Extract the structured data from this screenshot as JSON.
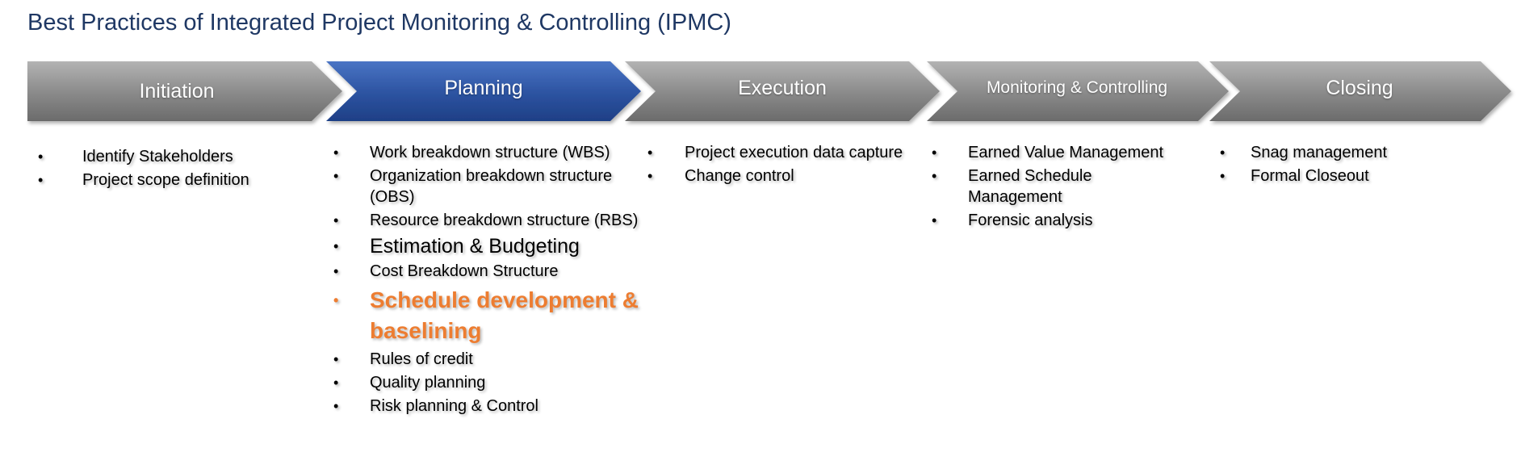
{
  "title": "Best Practices of Integrated Project Monitoring & Controlling (IPMC)",
  "colors": {
    "title": "#1f3864",
    "chevron_gray": "#8c8c8c",
    "chevron_blue": "#2e55a3",
    "highlight": "#ed7d31"
  },
  "phases": [
    {
      "label": "Initiation",
      "items": [
        "Identify Stakeholders",
        "Project scope definition"
      ]
    },
    {
      "label": "Planning",
      "items": [
        "Work breakdown structure (WBS)",
        "Organization breakdown structure (OBS)",
        "Resource breakdown structure (RBS)",
        "Estimation & Budgeting",
        "Cost Breakdown Structure",
        "Schedule development & baselining",
        "Rules of credit",
        "Quality planning",
        "Risk planning & Control"
      ]
    },
    {
      "label": "Execution",
      "items": [
        "Project execution data capture",
        "Change control"
      ]
    },
    {
      "label": "Monitoring & Controlling",
      "items": [
        "Earned Value Management",
        "Earned Schedule Management",
        "Forensic analysis"
      ]
    },
    {
      "label": "Closing",
      "items": [
        "Snag management",
        "Formal Closeout"
      ]
    }
  ]
}
